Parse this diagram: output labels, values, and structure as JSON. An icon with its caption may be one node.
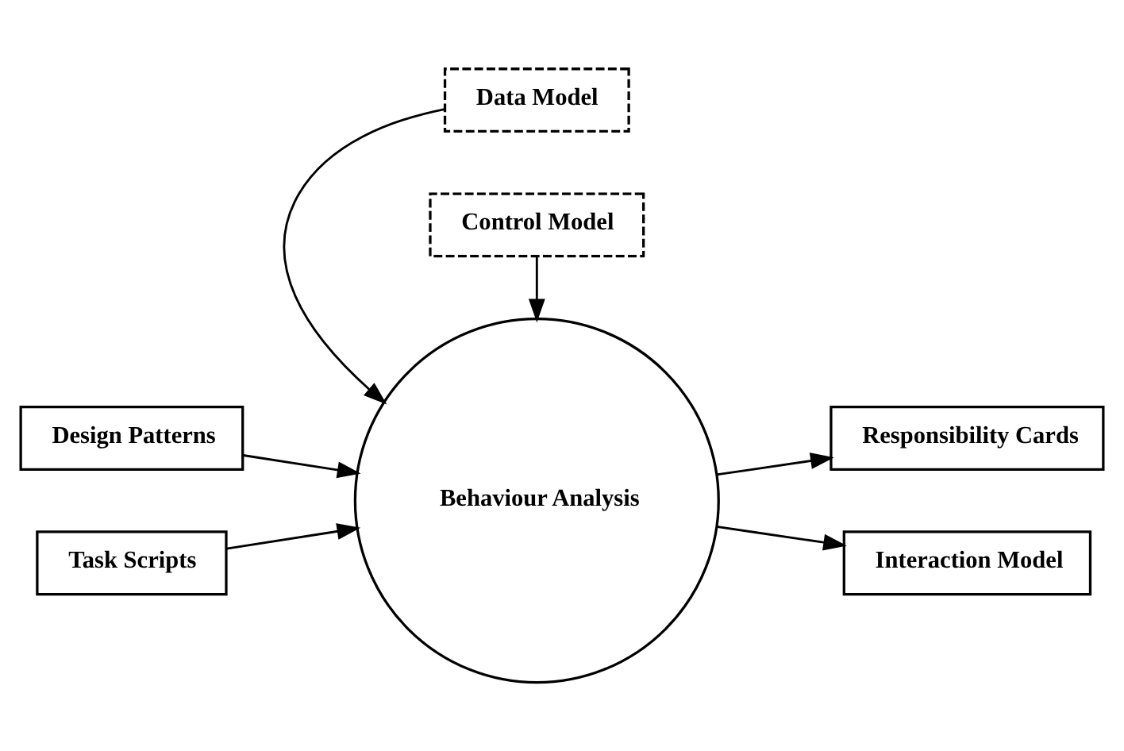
{
  "diagram": {
    "nodes": [
      {
        "text": [
          "Data Model"
        ]
      },
      {
        "text": [
          "Design Patterns"
        ]
      },
      {
        "text": [
          "Task Scripts"
        ]
      },
      {
        "text": [
          "Behaviour Analysis"
        ]
      },
      {
        "text": [
          "Responsibility Cards"
        ]
      },
      {
        "text": [
          "Control Model"
        ]
      },
      {
        "text": [
          "Interaction Model"
        ]
      }
    ],
    "edges": [
      {
        "from": 0,
        "to": 3,
        "arrow": "to"
      },
      {
        "from": 1,
        "to": 3,
        "arrow": "to"
      },
      {
        "from": 2,
        "to": 3,
        "arrow": "to"
      },
      {
        "from": 3,
        "to": 4,
        "arrow": "to"
      },
      {
        "from": 5,
        "to": 3,
        "arrow": "to"
      },
      {
        "from": 3,
        "to": 6,
        "arrow": "to"
      }
    ]
  }
}
